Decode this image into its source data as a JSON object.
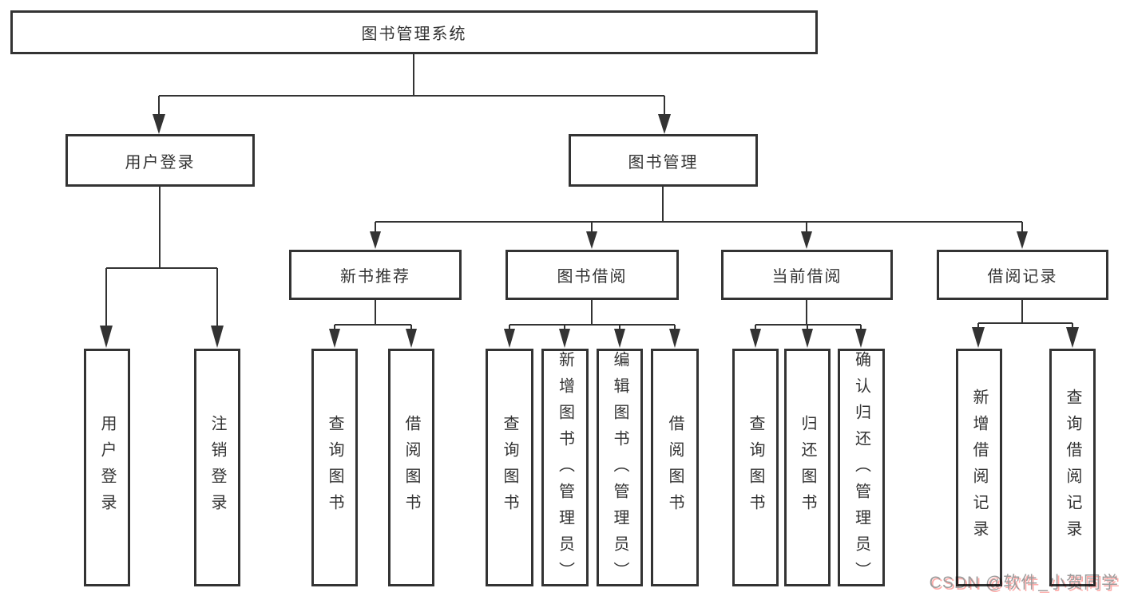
{
  "tree": {
    "label": "图书管理系统",
    "children": [
      {
        "label": "用户登录",
        "children": [
          {
            "label": "用户登录"
          },
          {
            "label": "注销登录"
          }
        ]
      },
      {
        "label": "图书管理",
        "children": [
          {
            "label": "新书推荐",
            "children": [
              {
                "label": "查询图书"
              },
              {
                "label": "借阅图书"
              }
            ]
          },
          {
            "label": "图书借阅",
            "children": [
              {
                "label": "查询图书"
              },
              {
                "label": "新增图书（管理员）"
              },
              {
                "label": "编辑图书（管理员）"
              },
              {
                "label": "借阅图书"
              }
            ]
          },
          {
            "label": "当前借阅",
            "children": [
              {
                "label": "查询图书"
              },
              {
                "label": "归还图书"
              },
              {
                "label": "确认归还（管理员）"
              }
            ]
          },
          {
            "label": "借阅记录",
            "children": [
              {
                "label": "新增借阅记录"
              },
              {
                "label": "查询借阅记录"
              }
            ]
          }
        ]
      }
    ]
  },
  "watermark": {
    "text": "CSDN @软件_小贺同学"
  },
  "colors": {
    "line": "#333333",
    "text": "#333333",
    "watermark_text": "#9c9c9c",
    "watermark_shadow": "#fdaaa8",
    "background": "#ffffff"
  }
}
